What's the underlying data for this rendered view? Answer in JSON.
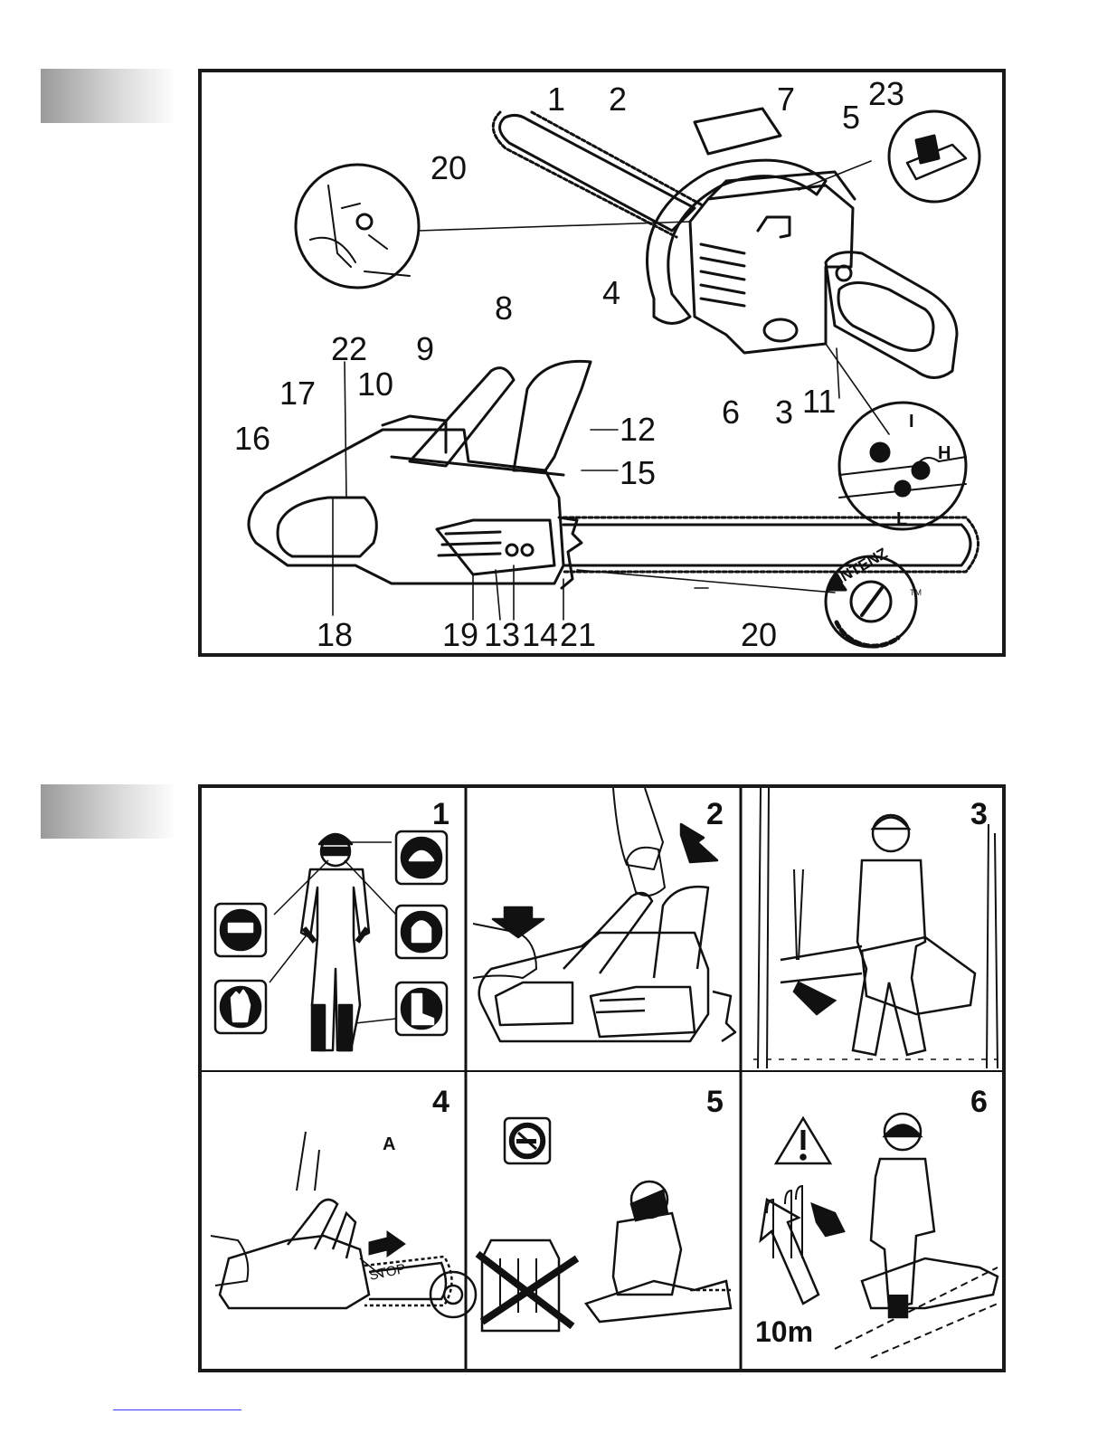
{
  "figure1": {
    "callouts": [
      "1",
      "2",
      "7",
      "23",
      "5",
      "20",
      "4",
      "8",
      "22",
      "9",
      "17",
      "10",
      "16",
      "12",
      "15",
      "6",
      "3",
      "11",
      "18",
      "19",
      "13",
      "14",
      "21",
      "20"
    ],
    "detail_lever_labels": [
      "I",
      "H",
      "L"
    ],
    "adjuster_label": "INTENZ",
    "trademark": "TM"
  },
  "figure2": {
    "cells": [
      {
        "number": "1"
      },
      {
        "number": "2"
      },
      {
        "number": "3"
      },
      {
        "number": "4",
        "labels": {
          "a": "A",
          "stop": "STOP"
        }
      },
      {
        "number": "5"
      },
      {
        "number": "6",
        "distance": "10m"
      }
    ]
  },
  "icons": [
    "hard-hat-icon",
    "goggles-icon",
    "ear-protection-icon",
    "gloves-icon",
    "boots-icon",
    "no-smoking-icon",
    "warning-triangle-icon",
    "arrow-icon"
  ]
}
